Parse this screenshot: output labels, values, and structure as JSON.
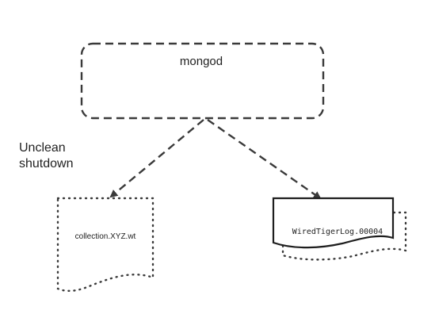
{
  "diagram": {
    "process": {
      "label": "mongod"
    },
    "annotation": {
      "lines": [
        "Unclean",
        "shutdown"
      ]
    },
    "data_file": {
      "label": "collection.XYZ.wt",
      "style": "dotted"
    },
    "log_file": {
      "label": "WiredTigerLog.00004",
      "style": "solid-with-dotted-shadow"
    },
    "colors": {
      "stroke": "#3a3a3a",
      "text": "#222222",
      "background": "#ffffff"
    }
  }
}
